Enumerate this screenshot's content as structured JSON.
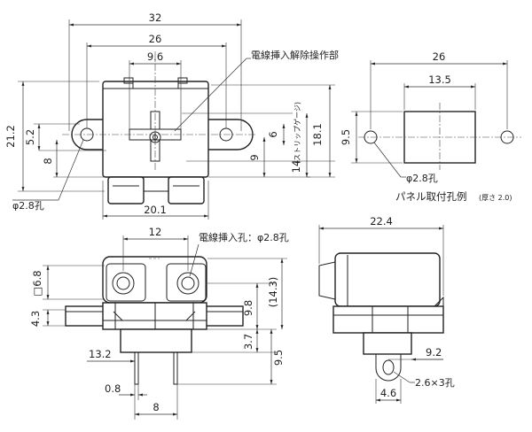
{
  "labels": {
    "release_part": "電線挿入解除操作部",
    "panel_hole_title": "パネル取付孔例",
    "panel_hole_note": "(厚さ 2.0)",
    "hole_dia_panel": "φ2.8孔",
    "hole_dia_front": "φ2.8孔",
    "insertion_hole": "電線挿入孔：φ2.8孔",
    "slot_note": "2.6×3孔",
    "strip_gauge_note": "(ストリップゲージ)"
  },
  "dims": {
    "front_overall_width": "32",
    "front_mount_width": "26",
    "front_button_width": "9.6",
    "front_height": "21.2",
    "front_hole_offset": "5.2",
    "front_hole_to_bottom": "8",
    "front_body_width": "20.1",
    "front_6": "6",
    "front_9": "9",
    "front_14": "14",
    "front_18_1": "18.1",
    "panel_span": "26",
    "panel_cutout_width": "13.5",
    "panel_cutout_height": "9.5",
    "bottom_hole_pitch": "12",
    "bottom_sq": "□6.8",
    "bottom_4_3": "4.3",
    "bottom_9_8": "9.8",
    "bottom_14_3": "(14.3)",
    "bottom_3_7": "3.7",
    "bottom_9_5": "9.5",
    "bottom_13_2": "13.2",
    "bottom_0_8": "0.8",
    "bottom_8": "8",
    "side_width": "22.4",
    "side_9_2": "9.2",
    "side_4_6": "4.6"
  }
}
